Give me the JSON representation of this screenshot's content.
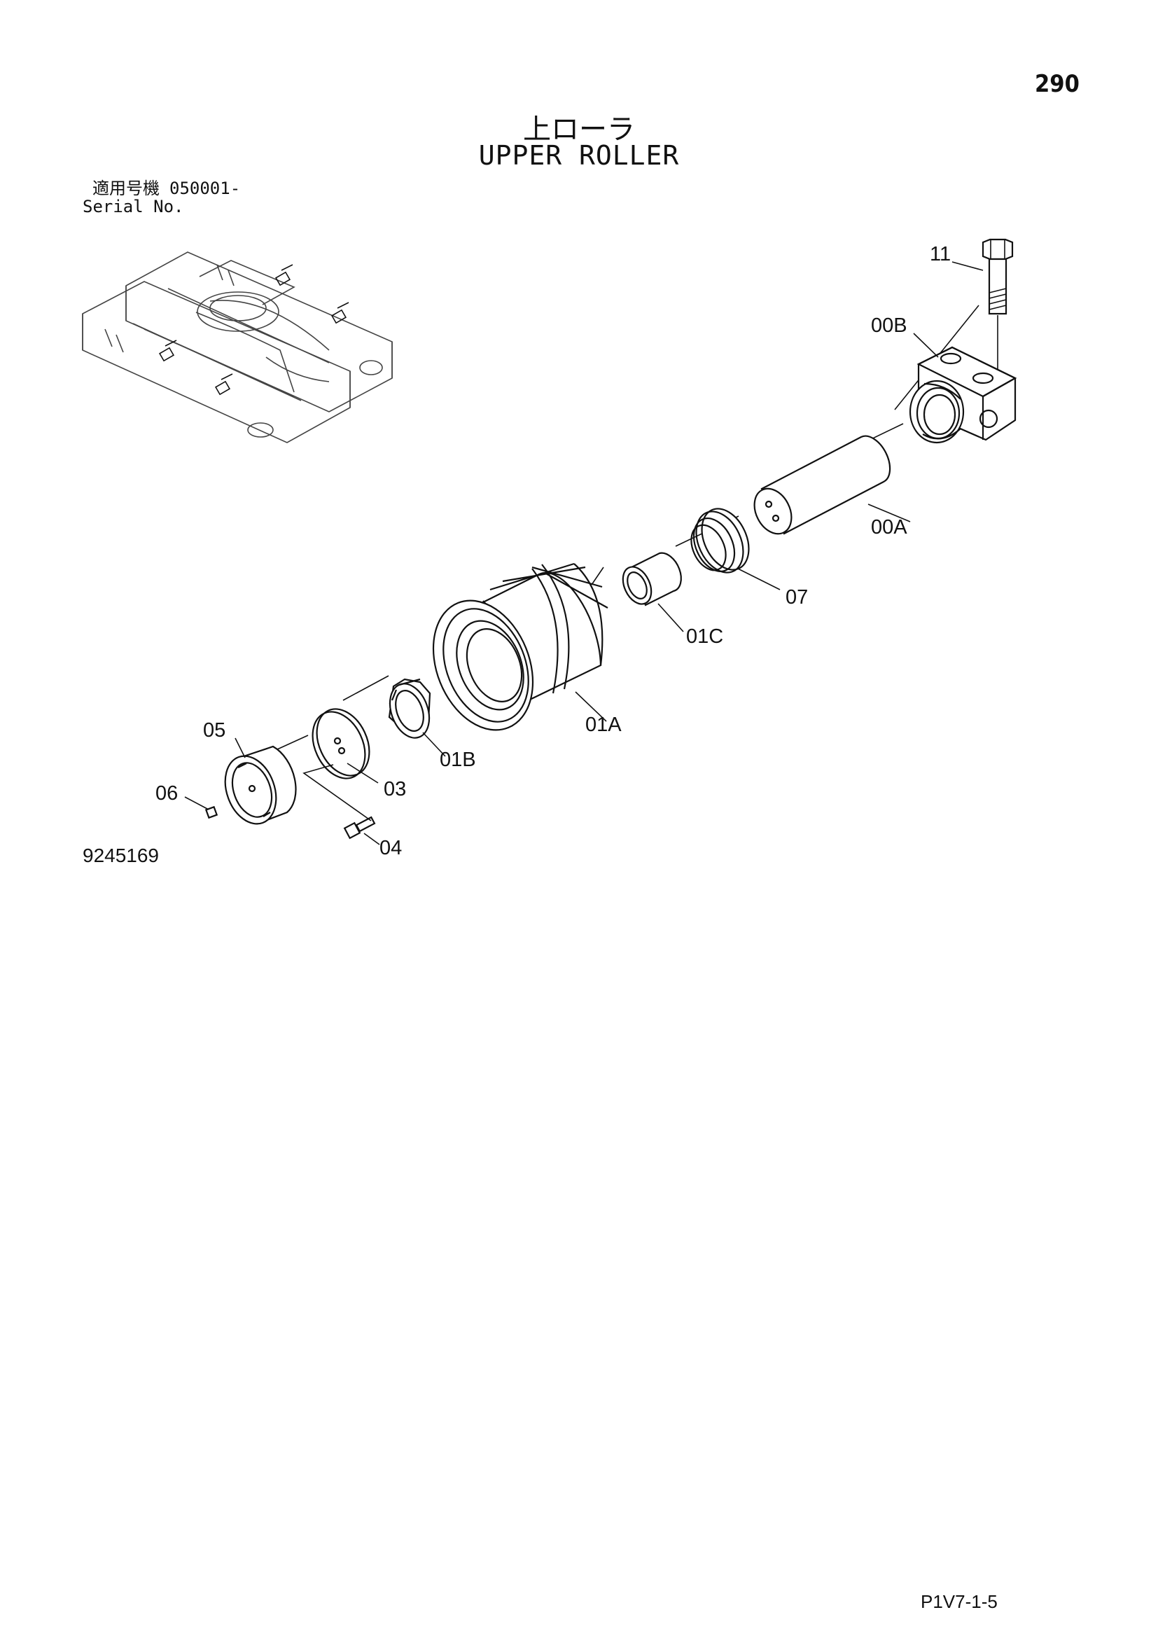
{
  "page": {
    "number": "290",
    "title_jp": "上ローラ",
    "title_en": "UPPER ROLLER",
    "serial_label_jp": "適用号機",
    "serial_label_en": "Serial No.",
    "serial_value": "050001-",
    "diagram_code": "9245169",
    "footer_code": "P1V7-1-5"
  },
  "callouts": {
    "p11": "11",
    "p00B": "00B",
    "p00A": "00A",
    "p07": "07",
    "p01C": "01C",
    "p01A": "01A",
    "p01B": "01B",
    "p05": "05",
    "p06": "06",
    "p03": "03",
    "p04": "04"
  }
}
